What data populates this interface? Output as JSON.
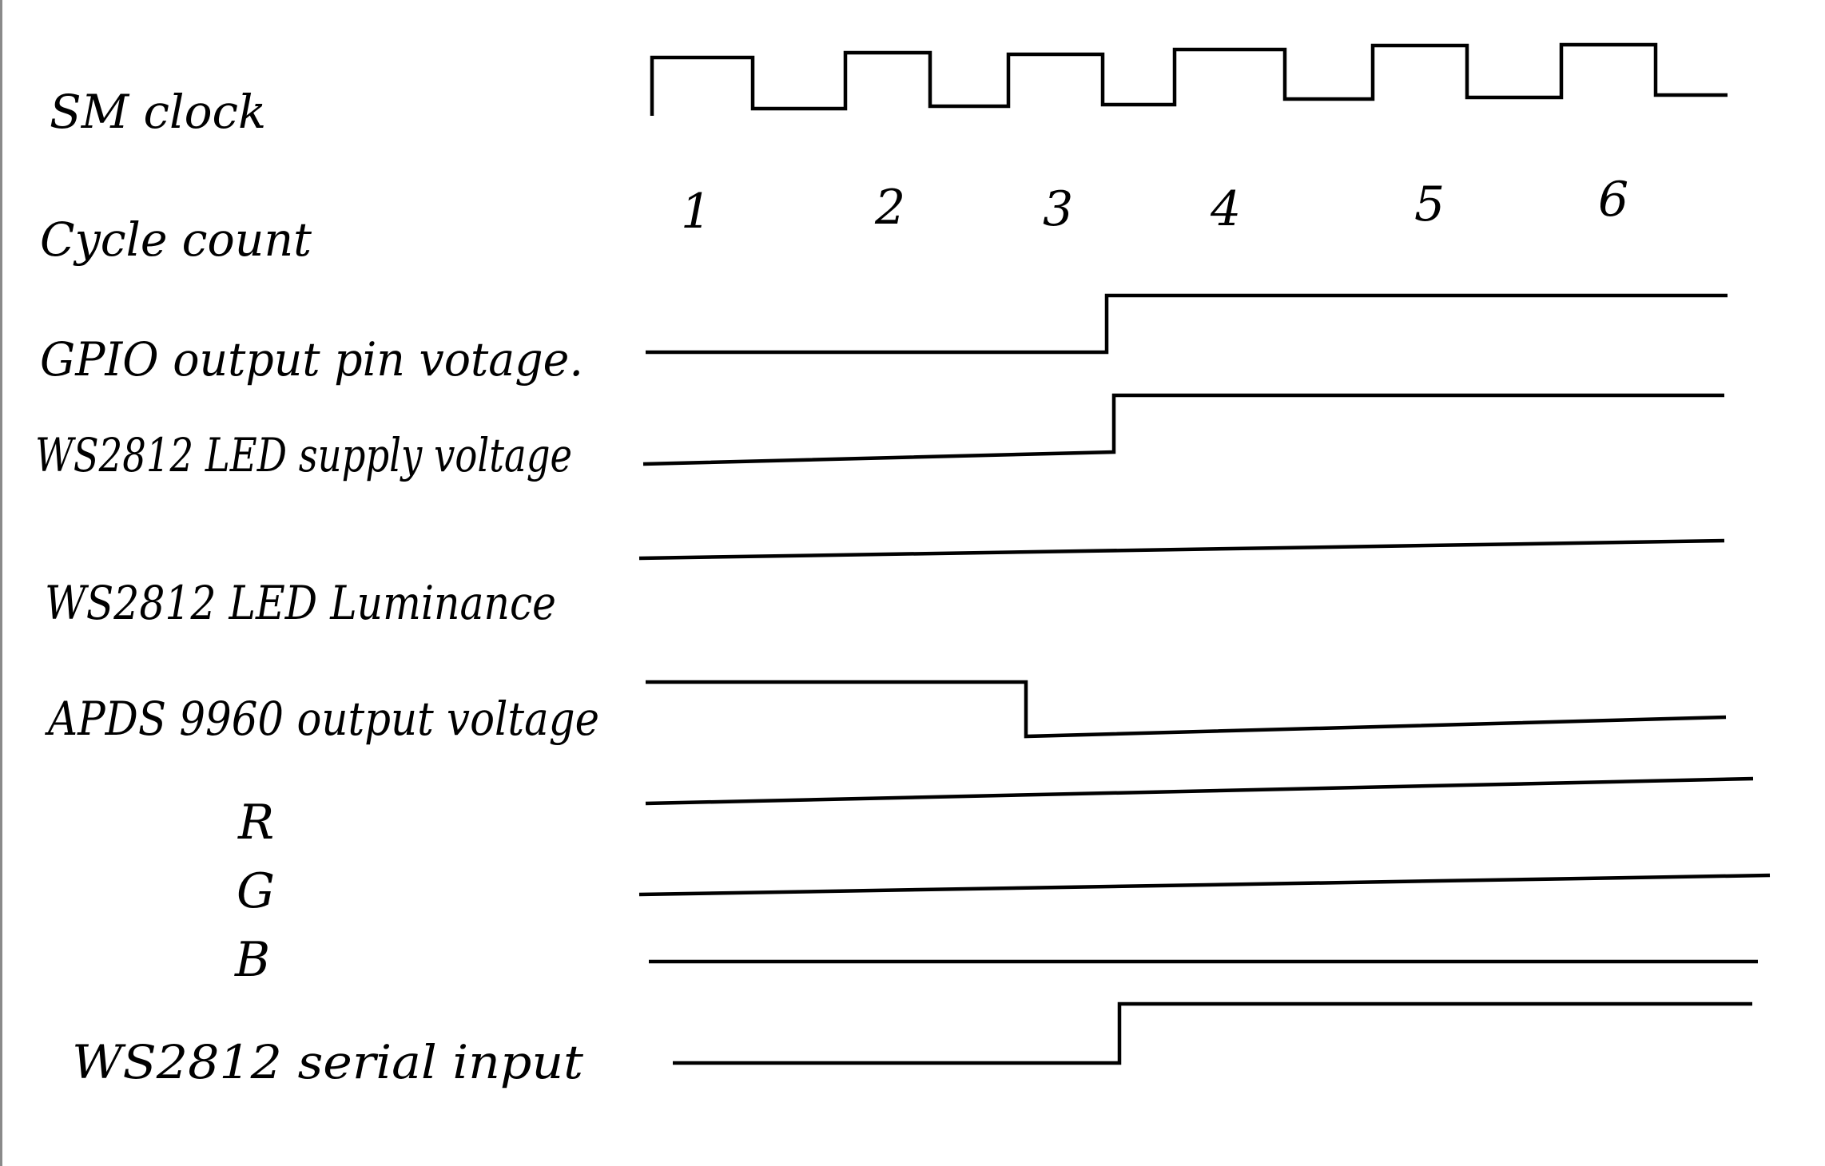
{
  "signals": [
    {
      "id": "sm-clock",
      "label": "SM clock"
    },
    {
      "id": "cycle-count",
      "label": "Cycle count"
    },
    {
      "id": "gpio-output-pin-voltage",
      "label": "GPIO output pin votage."
    },
    {
      "id": "ws2812-led-supply-voltage",
      "label": "WS2812 LED supply voltage"
    },
    {
      "id": "ws2812-led-luminance",
      "label": "WS2812 LED Luminance"
    },
    {
      "id": "apds9960-output-voltage",
      "label": "APDS 9960 output voltage"
    },
    {
      "id": "r",
      "label": "R"
    },
    {
      "id": "g",
      "label": "G"
    },
    {
      "id": "b",
      "label": "B"
    },
    {
      "id": "ws2812-serial-input",
      "label": "WS2812 serial input"
    }
  ],
  "cycle_labels": [
    "1",
    "2",
    "3",
    "4",
    "5",
    "6"
  ],
  "colors": {
    "ink": "#000000",
    "background": "#ffffff"
  }
}
